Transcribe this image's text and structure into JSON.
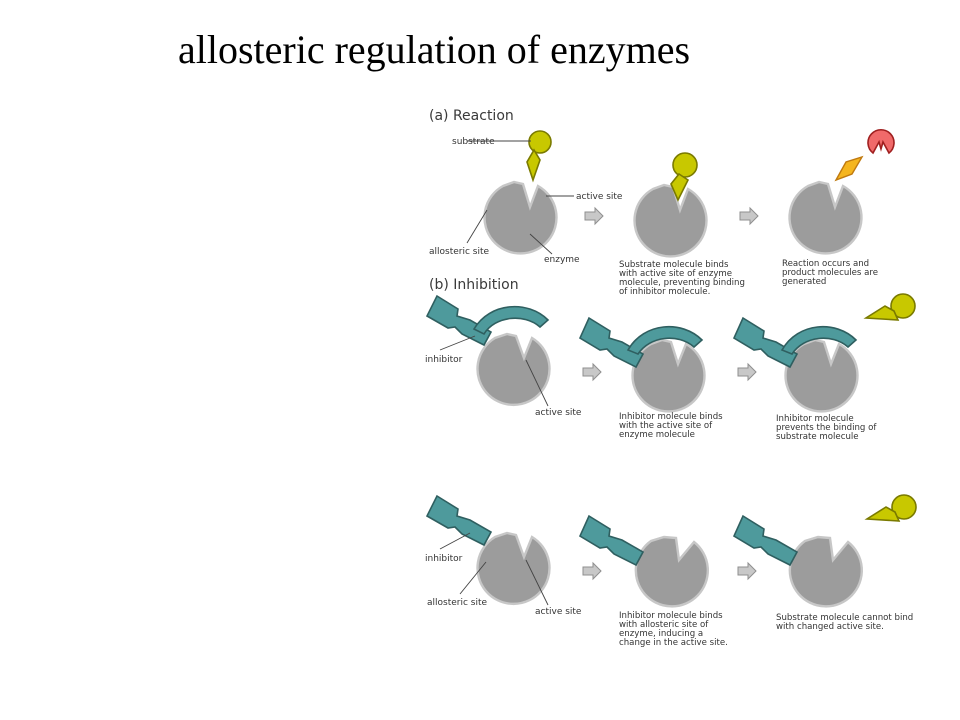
{
  "title": "allosteric regulation of enzymes",
  "figure": {
    "section_a": "(a) Reaction",
    "section_b": "(b) Inhibition",
    "labels": {
      "substrate": "substrate",
      "active_site": "active site",
      "allosteric_site": "allosteric site",
      "enzyme": "enzyme",
      "inhibitor": "inhibitor"
    },
    "reaction_captions": {
      "step2": [
        "Substrate molecule binds",
        "with active site of enzyme",
        "molecule, preventing binding",
        "of inhibitor molecule."
      ],
      "step3": [
        "Reaction occurs and",
        "product molecules are",
        "generated"
      ]
    },
    "competitive_captions": {
      "step2": [
        "Inhibitor molecule binds",
        "with the active site of",
        "enzyme molecule"
      ],
      "step3": [
        "Inhibitor molecule",
        "prevents the binding of",
        "substrate molecule"
      ]
    },
    "allosteric_captions": {
      "step2": [
        "Inhibitor molecule binds",
        "with allosteric site of",
        "enzyme, inducing a",
        "change in the active site."
      ],
      "step3": [
        "Substrate molecule cannot bind",
        "with changed active site."
      ]
    },
    "colors": {
      "enzyme": "#9c9c9c",
      "inhibitor": "#4e9a9c",
      "substrate": "#c8c800",
      "product_red": "#f06a6a",
      "product_orange": "#f5b51e"
    }
  }
}
